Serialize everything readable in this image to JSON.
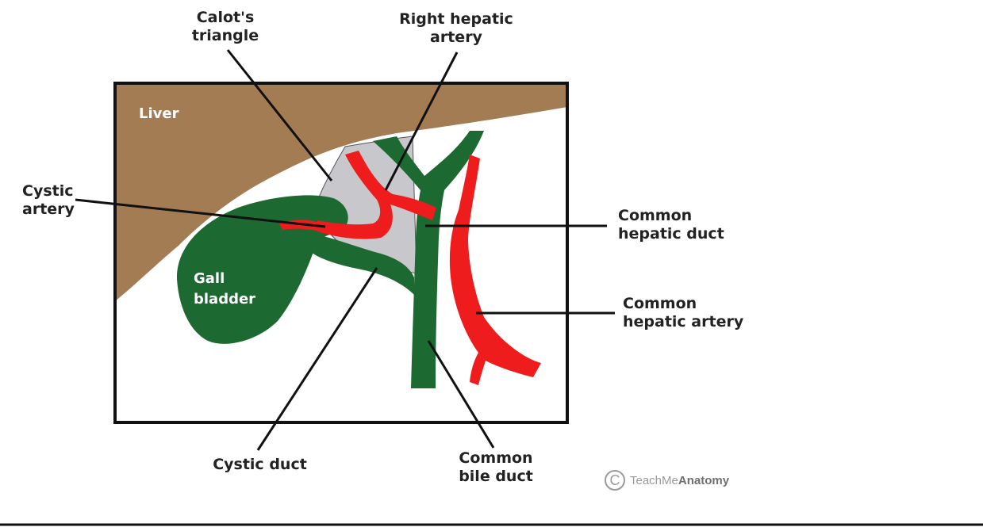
{
  "labels": {
    "calots_triangle": "Calot's\ntriangle",
    "right_hepatic_artery": "Right hepatic\nartery",
    "cystic_artery": "Cystic\nartery",
    "common_hepatic_duct": "Common\nhepatic duct",
    "common_hepatic_artery": "Common\nhepatic artery",
    "cystic_duct": "Cystic duct",
    "common_bile_duct": "Common\nbile duct",
    "liver": "Liver",
    "gall_bladder": "Gall\nbladder"
  },
  "watermark": {
    "symbol": "C",
    "brand_part1": "TeachMe",
    "brand_part2": "Anatomy"
  },
  "colors": {
    "liver": "#a47c54",
    "calots_triangle": "#c8c8cc",
    "duct": "#1d6932",
    "artery": "#ee1c1c",
    "outline": "#111111"
  }
}
